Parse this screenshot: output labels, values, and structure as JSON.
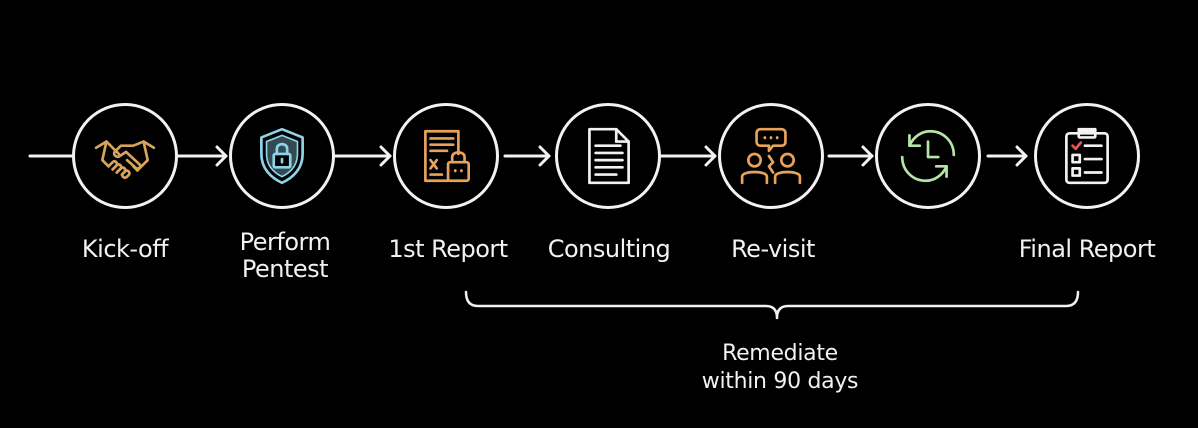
{
  "steps": [
    {
      "label": "Kick-off",
      "icon": "handshake-icon",
      "color": "#d9a35b"
    },
    {
      "label": "Perform\nPentest",
      "icon": "shield-lock-icon",
      "color": "#8fd3e8"
    },
    {
      "label": "1st Report",
      "icon": "report-lock-icon",
      "color": "#e8a25a"
    },
    {
      "label": "Consulting",
      "icon": "document-icon",
      "color": "#f2f2f2"
    },
    {
      "label": "Re-visit",
      "icon": "people-chat-icon",
      "color": "#e8a25a"
    },
    {
      "label": "",
      "icon": "clock-refresh-icon",
      "color": "#b6e3a8"
    },
    {
      "label": "Final Report",
      "icon": "checklist-clipboard-icon",
      "color": "#f2f2f2"
    }
  ],
  "remediation": {
    "label": "Remediate\nwithin 90 days"
  },
  "colors": {
    "background": "#000000",
    "line": "#f2f2f2",
    "text": "#f2f2f2"
  }
}
